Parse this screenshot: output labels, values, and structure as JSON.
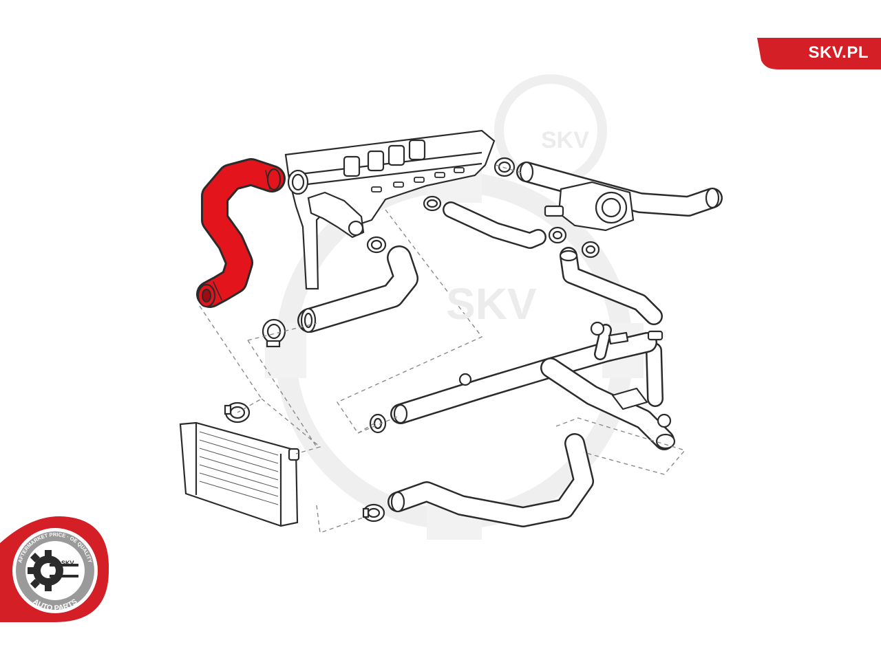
{
  "brand": {
    "site_label": "SKV.PL",
    "accent_color": "#d51f26",
    "outline_color": "#2b2b2b",
    "highlight_color": "#e3141c"
  },
  "watermark": {
    "text_small": "SKV",
    "text_large": "SKV",
    "color": "#ececec"
  },
  "seal": {
    "top_arc_text": "AFTERMARKET PRICE · OE QUALITY",
    "center_text": "SKV",
    "bottom_arc_text": "AUTO PARTS"
  },
  "diagram": {
    "highlighted_part": "radiator-upper-hose",
    "icons": [
      "engine-block-icon",
      "thermostat-housing-icon",
      "throttle-body-icon",
      "radiator-icon",
      "hose-clamp-icon",
      "pipe-manifold-icon"
    ]
  }
}
